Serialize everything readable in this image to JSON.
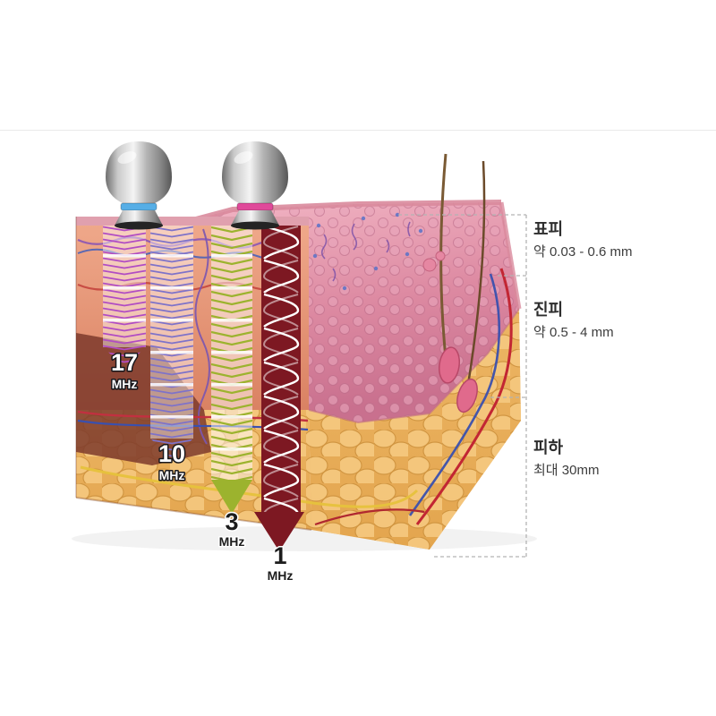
{
  "figure": {
    "probes": [
      {
        "name": "left-transducer",
        "ring_color": "#56aee6"
      },
      {
        "name": "right-transducer",
        "ring_color": "#e0499a"
      }
    ],
    "waves": [
      {
        "freq": "17",
        "unit": "MHz",
        "color": "#b14cc3"
      },
      {
        "freq": "10",
        "unit": "MHz",
        "color": "#7e72c9"
      },
      {
        "freq": "3",
        "unit": "MHz",
        "color": "#9cb32e"
      },
      {
        "freq": "1",
        "unit": "MHz",
        "color": "#7d1822"
      }
    ],
    "layers": [
      {
        "name": "epidermis",
        "title": "표피",
        "range": "약 0.03 - 0.6 mm"
      },
      {
        "name": "dermis",
        "title": "진피",
        "range": "약 0.5 - 4 mm"
      },
      {
        "name": "subcutis",
        "title": "피하",
        "range": "최대 30mm"
      }
    ]
  }
}
